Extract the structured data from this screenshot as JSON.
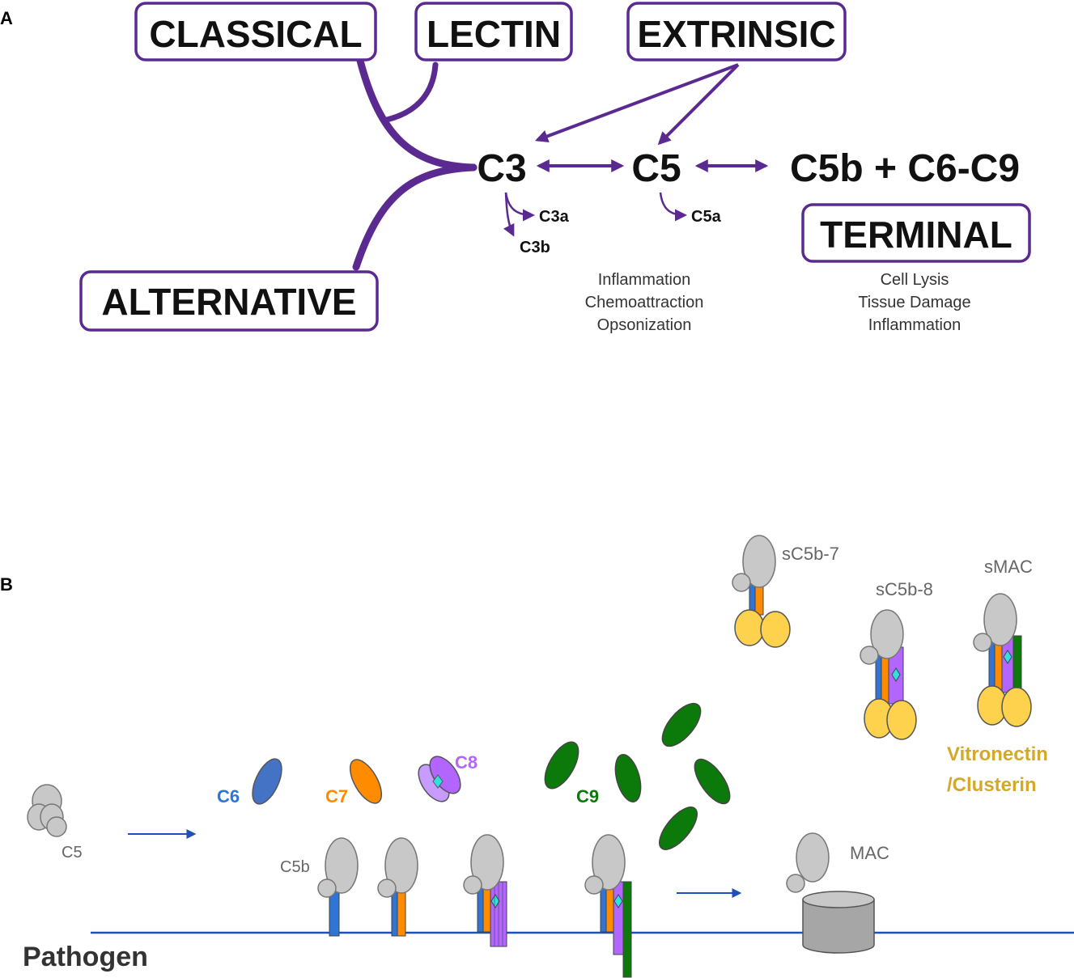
{
  "panel_a": {
    "label": "A",
    "pathways": {
      "classical": "CLASSICAL",
      "lectin": "LECTIN",
      "extrinsic": "EXTRINSIC",
      "alternative": "ALTERNATIVE",
      "terminal": "TERMINAL"
    },
    "nodes": {
      "c3": "C3",
      "c5": "C5",
      "c5b_c6c9": "C5b + C6-C9",
      "c3a": "C3a",
      "c3b": "C3b",
      "c5a": "C5a"
    },
    "effects_c5a": [
      "Inflammation",
      "Chemoattraction",
      "Opsonization"
    ],
    "effects_terminal": [
      "Cell Lysis",
      "Tissue Damage",
      "Inflammation"
    ]
  },
  "panel_b": {
    "label": "B",
    "labels": {
      "c5": "C5",
      "c5b": "C5b",
      "c6": "C6",
      "c7": "C7",
      "c8": "C8",
      "c9": "C9",
      "mac": "MAC",
      "sc5b7": "sC5b-7",
      "sc5b8": "sC5b-8",
      "smac": "sMAC",
      "vitronectin": "Vitronectin",
      "clusterin": "/Clusterin",
      "pathogen": "Pathogen"
    }
  },
  "colors": {
    "pathway_purple": "#5b2a91",
    "c6_blue": "#4472c4",
    "c7_orange": "#ff8c00",
    "c8_purple": "#b266ff",
    "c9_green": "#0b7a0b",
    "vitronectin_gold": "#d4a82a",
    "membrane_blue": "#1f4fbf",
    "protein_gray": "#c8c8c8"
  }
}
